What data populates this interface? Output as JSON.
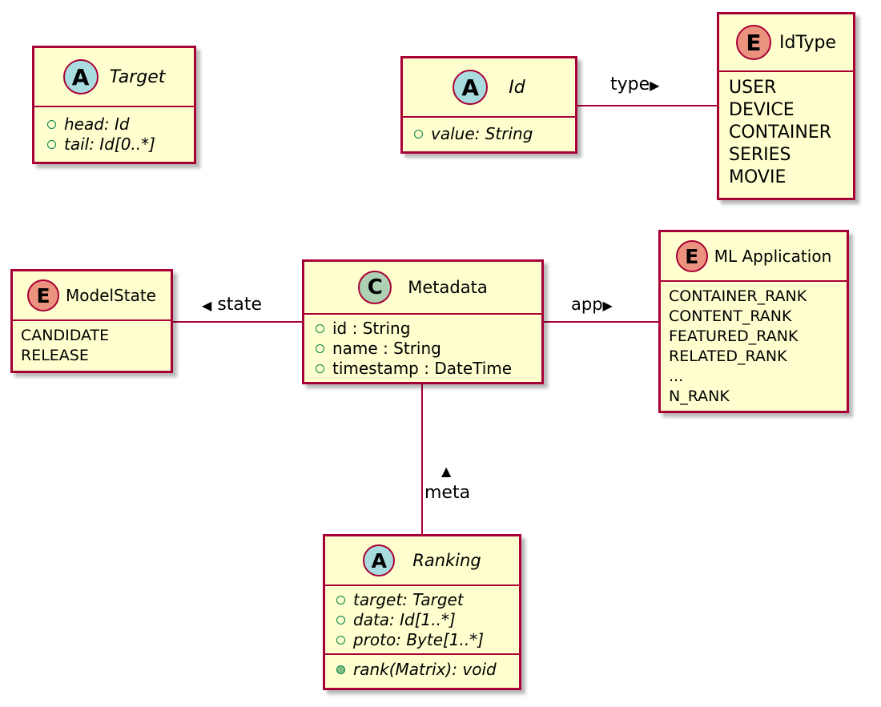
{
  "classes": {
    "target": {
      "stereotype": "A",
      "name": "Target",
      "members": [
        "head: Id",
        "tail: Id[0..*]"
      ]
    },
    "id": {
      "stereotype": "A",
      "name": "Id",
      "members": [
        "value: String"
      ]
    },
    "idtype": {
      "stereotype": "E",
      "name": "IdType",
      "values": [
        "USER",
        "DEVICE",
        "CONTAINER",
        "SERIES",
        "MOVIE"
      ]
    },
    "modelstate": {
      "stereotype": "E",
      "name": "ModelState",
      "values": [
        "CANDIDATE",
        "RELEASE"
      ]
    },
    "metadata": {
      "stereotype": "C",
      "name": "Metadata",
      "members": [
        "id : String",
        "name : String",
        "timestamp : DateTime"
      ]
    },
    "mlapp": {
      "stereotype": "E",
      "name": "ML Application",
      "values": [
        "CONTAINER_RANK",
        "CONTENT_RANK",
        "FEATURED_RANK",
        "RELATED_RANK",
        "...",
        "N_RANK"
      ]
    },
    "ranking": {
      "stereotype": "A",
      "name": "Ranking",
      "fields": [
        "target: Target",
        "data: Id[1..*]",
        "proto: Byte[1..*]"
      ],
      "methods": [
        "rank(Matrix): void"
      ]
    }
  },
  "relations": {
    "type": {
      "label": "type",
      "arrow": "▶"
    },
    "state": {
      "label": "state",
      "arrow": "◀"
    },
    "app": {
      "label": "app",
      "arrow": "▶"
    },
    "meta": {
      "label": "meta",
      "arrow": "▲"
    }
  },
  "colors": {
    "box_fill": "#FEFECE",
    "box_border": "#A80036",
    "abstract_badge": "#A9DCDF",
    "enum_badge": "#EB937F",
    "class_badge": "#ADD1B2",
    "visibility": "#038048"
  }
}
